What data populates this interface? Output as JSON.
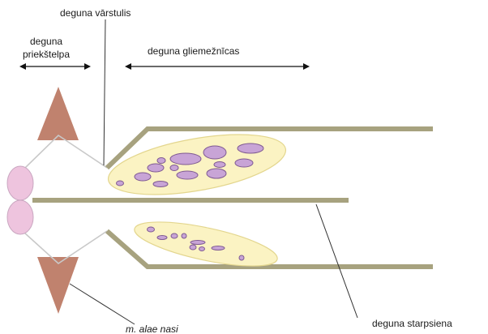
{
  "labels": {
    "valve": "deguna vārstulis",
    "vestibule_line1": "deguna",
    "vestibule_line2": "priekštelpa",
    "conchae": "deguna gliemežnīcas",
    "septum": "deguna starpsiena",
    "muscle": "m. alae nasi"
  },
  "colors": {
    "wall": "#a7a27f",
    "lines": "#c9c9c9",
    "muscle": "#c0826e",
    "nostril_fill": "#eec4de",
    "nostril_stroke": "#c9a6c0",
    "mucosa_fill": "#fbf3c3",
    "mucosa_stroke": "#e3d68e",
    "gland_fill": "#c8a4d6",
    "gland_stroke": "#7f5a92",
    "leader": "#333333"
  }
}
